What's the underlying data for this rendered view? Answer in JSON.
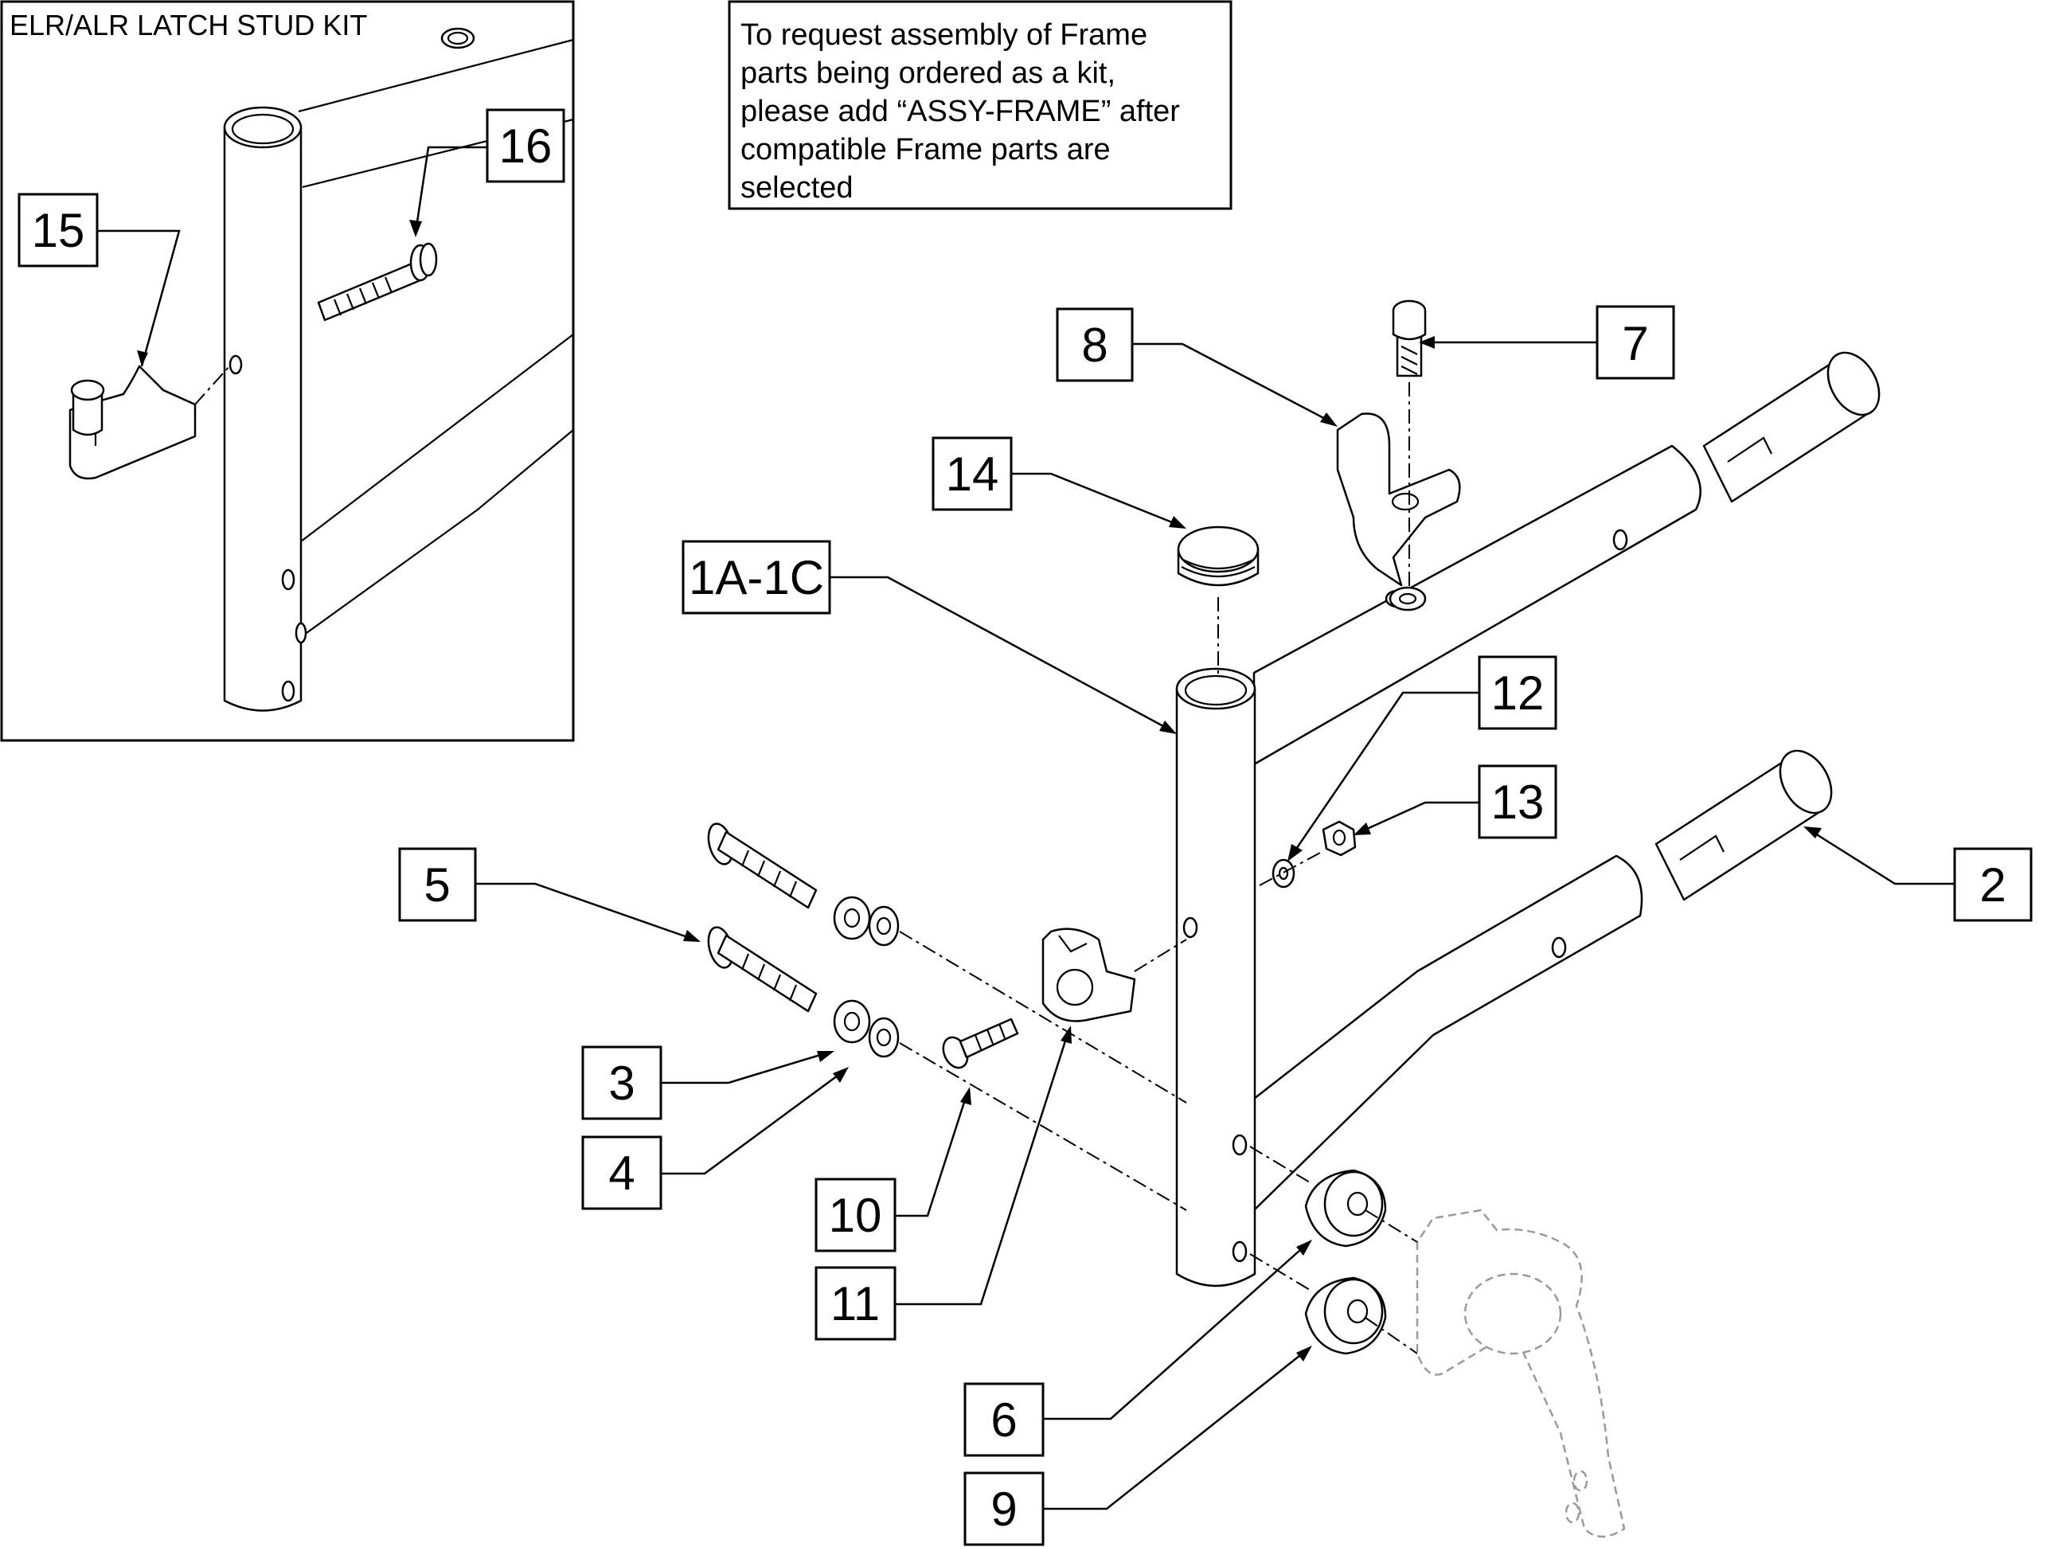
{
  "inset": {
    "title": "ELR/ALR LATCH STUD KIT"
  },
  "note": {
    "lines": [
      "To request assembly of Frame",
      "parts being ordered as a kit,",
      "please add “ASSY-FRAME” after",
      "compatible Frame parts are",
      "selected"
    ]
  },
  "callouts": [
    {
      "id": "c15",
      "label": "15"
    },
    {
      "id": "c16",
      "label": "16"
    },
    {
      "id": "c8",
      "label": "8"
    },
    {
      "id": "c7",
      "label": "7"
    },
    {
      "id": "c14",
      "label": "14"
    },
    {
      "id": "c1a1c",
      "label": "1A-1C"
    },
    {
      "id": "c12",
      "label": "12"
    },
    {
      "id": "c13",
      "label": "13"
    },
    {
      "id": "c5",
      "label": "5"
    },
    {
      "id": "c2",
      "label": "2"
    },
    {
      "id": "c3",
      "label": "3"
    },
    {
      "id": "c4",
      "label": "4"
    },
    {
      "id": "c10",
      "label": "10"
    },
    {
      "id": "c11",
      "label": "11"
    },
    {
      "id": "c6",
      "label": "6"
    },
    {
      "id": "c9",
      "label": "9"
    }
  ]
}
